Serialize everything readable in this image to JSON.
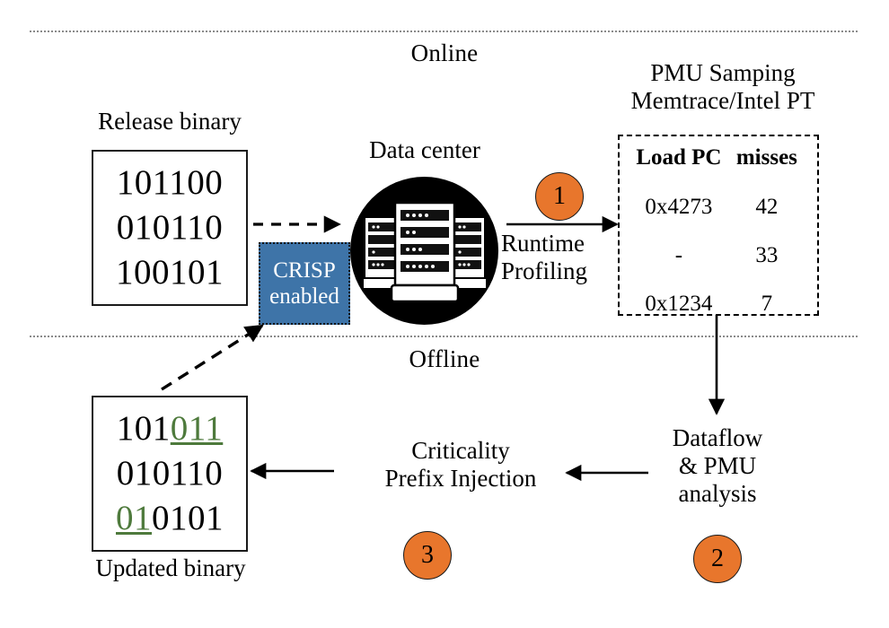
{
  "figure": {
    "phases": {
      "online_label": "Online",
      "offline_label": "Offline"
    },
    "release_binary": {
      "caption": "Release binary",
      "lines": [
        {
          "pre": "101100",
          "hl": "",
          "post": ""
        },
        {
          "pre": "010110",
          "hl": "",
          "post": ""
        },
        {
          "pre": "100101",
          "hl": "",
          "post": ""
        }
      ]
    },
    "updated_binary": {
      "caption": "Updated binary",
      "lines": [
        {
          "pre": "101",
          "hl": "011",
          "post": ""
        },
        {
          "pre": "010110",
          "hl": "",
          "post": ""
        },
        {
          "pre": "",
          "hl": "01",
          "post": "0101"
        }
      ],
      "highlight_color": "#4e7a3c"
    },
    "data_center": {
      "caption": "Data center",
      "icon": "server-racks-icon",
      "circle_color": "#000000"
    },
    "crisp_box": {
      "line1": "CRISP",
      "line2": "enabled",
      "fill_color": "#3e74a8"
    },
    "runtime_profiling": {
      "line1": "Runtime",
      "line2": "Profiling"
    },
    "pmu_panel": {
      "title_line1": "PMU Samping",
      "title_line2": "Memtrace/Intel PT",
      "columns": [
        "Load PC",
        "misses"
      ],
      "rows": [
        {
          "load_pc": "0x4273",
          "misses": "42"
        },
        {
          "load_pc": "-",
          "misses": "33"
        },
        {
          "load_pc": "0x1234",
          "misses": "7"
        }
      ]
    },
    "dataflow_analysis": {
      "line1": "Dataflow",
      "line2": "& PMU",
      "line3": "analysis"
    },
    "criticality_injection": {
      "line1": "Criticality",
      "line2": "Prefix Injection"
    },
    "steps": [
      {
        "id": "step-1",
        "label": "1"
      },
      {
        "id": "step-2",
        "label": "2"
      },
      {
        "id": "step-3",
        "label": "3"
      }
    ],
    "accent_color": "#e8762c"
  }
}
